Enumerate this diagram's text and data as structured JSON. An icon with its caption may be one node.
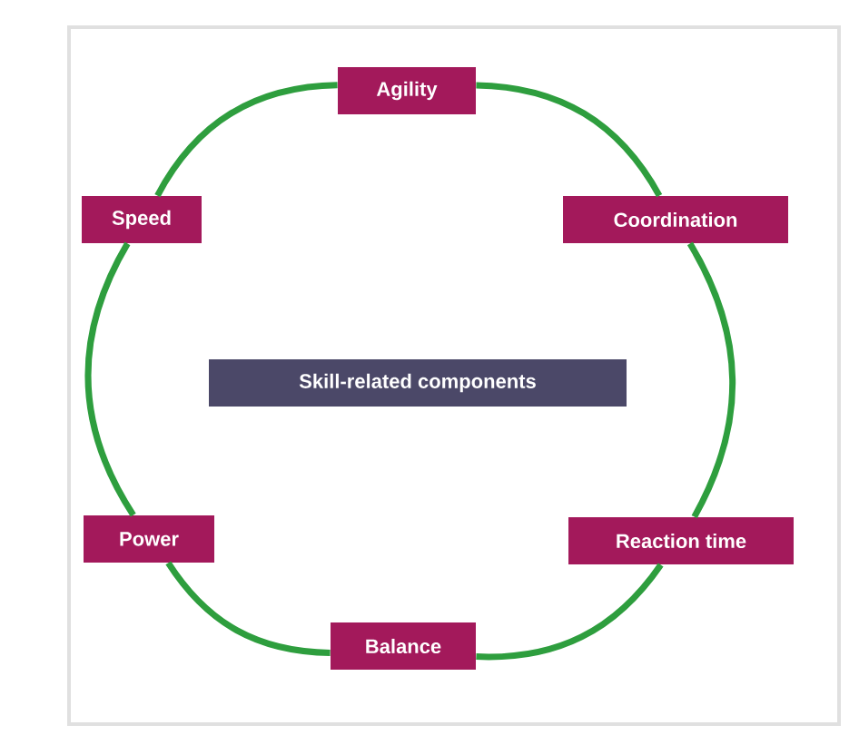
{
  "diagram": {
    "nodes": [
      {
        "text": [
          "Agility"
        ]
      },
      {
        "text": [
          "Coordination"
        ]
      },
      {
        "text": [
          "Reaction time"
        ]
      },
      {
        "text": [
          "Balance"
        ]
      },
      {
        "text": [
          "Power"
        ]
      },
      {
        "text": [
          "Speed"
        ]
      },
      {
        "text": [
          "Skill-related components"
        ]
      }
    ],
    "edges": [
      {
        "from": 0,
        "to": 1,
        "arrow": "none"
      },
      {
        "from": 1,
        "to": 2,
        "arrow": "none"
      },
      {
        "from": 2,
        "to": 3,
        "arrow": "none"
      },
      {
        "from": 3,
        "to": 4,
        "arrow": "none"
      },
      {
        "from": 4,
        "to": 5,
        "arrow": "none"
      },
      {
        "from": 5,
        "to": 0,
        "arrow": "none"
      }
    ]
  }
}
